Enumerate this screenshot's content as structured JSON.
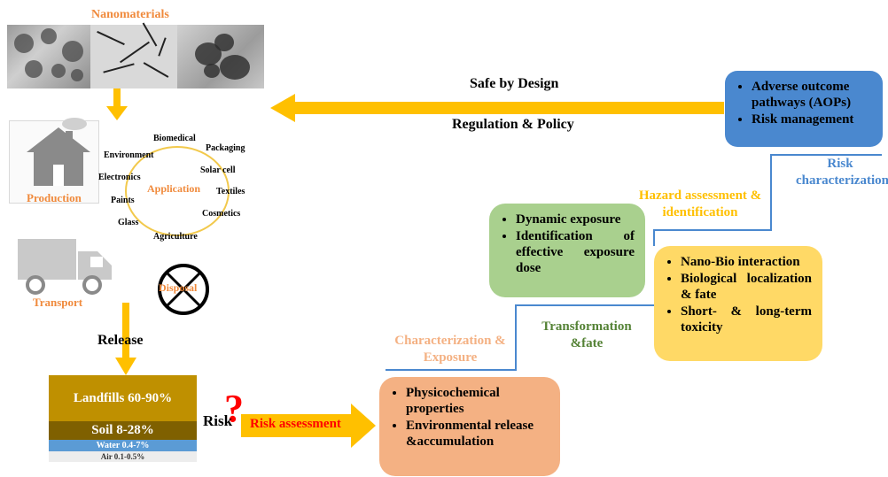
{
  "nanomaterials": {
    "title": "Nanomaterials"
  },
  "top_arrow": {
    "upper": "Safe by Design",
    "lower": "Regulation & Policy"
  },
  "blue_box": {
    "items": [
      "Adverse outcome pathways (AOPs)",
      "Risk management"
    ]
  },
  "risk_characterization": "Risk characterization",
  "hazard_label": "Hazard assessment & identification",
  "green_box": {
    "items": [
      "Dynamic exposure",
      "Identification of effective exposure dose"
    ]
  },
  "yellow_box": {
    "items": [
      "Nano-Bio interaction",
      "Biological localization & fate",
      "Short- & long-term toxicity"
    ]
  },
  "transformation_label": "Transformation &fate",
  "characterization_label": "Characterization & Exposure",
  "salmon_box": {
    "items": [
      "Physicochemical properties",
      "Environmental release &accumulation"
    ]
  },
  "production": "Production",
  "application": {
    "center": "Application",
    "words": [
      "Biomedical",
      "Packaging",
      "Environment",
      "Solar cell",
      "Electronics",
      "Textiles",
      "Paints",
      "Cosmetics",
      "Glass",
      "Agriculture"
    ]
  },
  "transport": "Transport",
  "disposal": "Disposal",
  "release": "Release",
  "distribution": {
    "landfills": "Landfills 60-90%",
    "soil": "Soil 8-28%",
    "water": "Water 0.4-7%",
    "air": "Air 0.1-0.5%"
  },
  "risk_word": "Risk",
  "question_mark": "?",
  "risk_assessment": "Risk assessment",
  "colors": {
    "orange_arrow": "#ffc000",
    "orange_text": "#f08a3c",
    "blue": "#4a88cf",
    "green_text": "#548235",
    "gold_text": "#ffc000",
    "red": "#ff0000"
  }
}
